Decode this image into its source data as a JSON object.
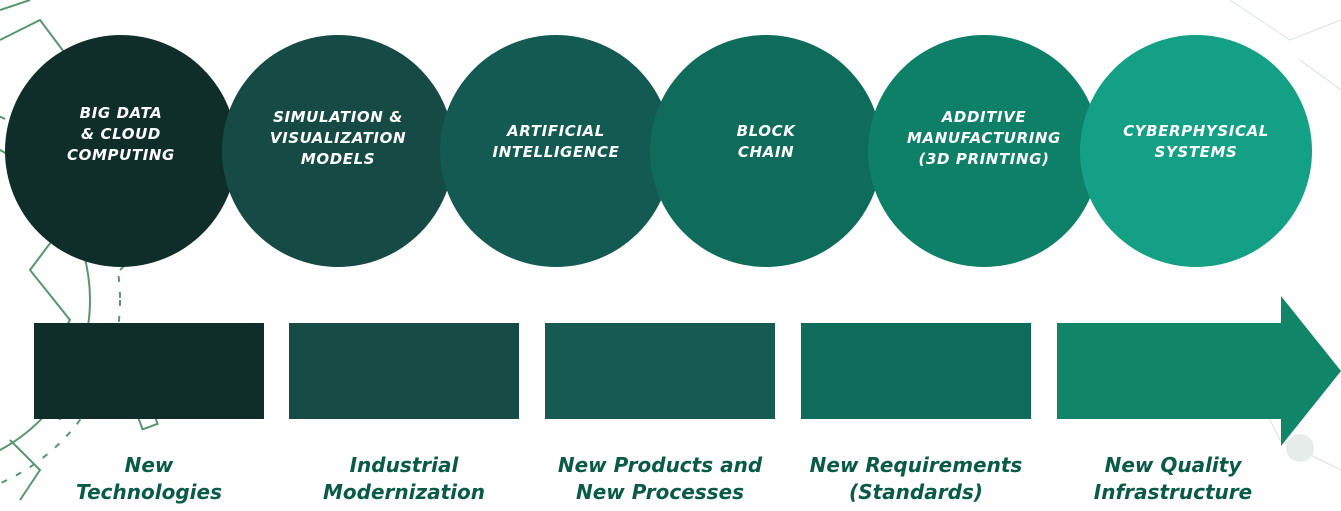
{
  "technologies": [
    {
      "label": "BIG DATA\n& CLOUD\nCOMPUTING",
      "color": "#0f2e2a"
    },
    {
      "label": "SIMULATION &\nVISUALIZATION\nMODELS",
      "color": "#164a44"
    },
    {
      "label": "ARTIFICIAL\nINTELLIGENCE",
      "color": "#135a52"
    },
    {
      "label": "BLOCK\nCHAIN",
      "color": "#0f6b5a"
    },
    {
      "label": "ADDITIVE\nMANUFACTURING\n(3D PRINTING)",
      "color": "#0e8068"
    },
    {
      "label": "CYBERPHYSICAL\nSYSTEMS",
      "color": "#14a084"
    }
  ],
  "outcomes": [
    {
      "label": "New\nTechnologies",
      "color": "#0f2e2a"
    },
    {
      "label": "Industrial\nModernization",
      "color": "#174b45"
    },
    {
      "label": "New Products and\nNew Processes",
      "color": "#165a52"
    },
    {
      "label": "New Requirements\n(Standards)",
      "color": "#0f6b5a"
    },
    {
      "label": "New Quality\nInfrastructure",
      "color": "#108567"
    }
  ],
  "colors": {
    "caption": "#0a5a48",
    "decoration": "#2e7d4a"
  }
}
